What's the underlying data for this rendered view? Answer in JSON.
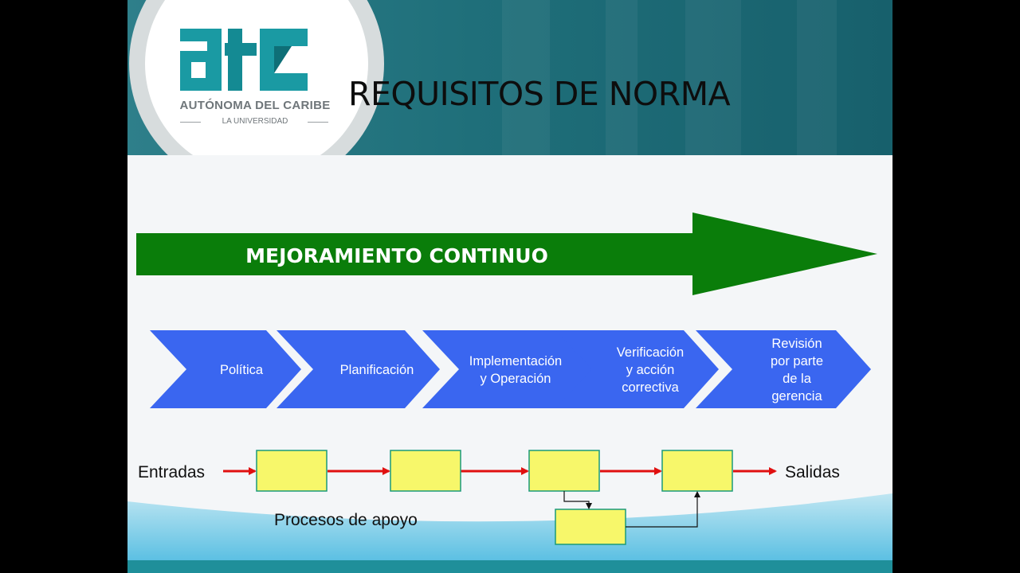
{
  "slide": {
    "title": "REQUISITOS DE NORMA",
    "logo": {
      "main_text": "AUTÓNOMA DEL CARIBE",
      "sub_text": "LA UNIVERSIDAD"
    }
  },
  "diagram": {
    "improvement_arrow": {
      "label": "MEJORAMIENTO CONTINUO",
      "color": "#0a7d0a"
    },
    "chevron_color": "#3a66f0",
    "steps": [
      {
        "lines": [
          "Política"
        ]
      },
      {
        "lines": [
          "Planificación"
        ]
      },
      {
        "lines": [
          "Implementación",
          "y Operación"
        ]
      },
      {
        "lines": [
          "Verificación",
          "y acción",
          "correctiva"
        ]
      },
      {
        "lines": [
          "Revisión",
          "por parte",
          "de la",
          "gerencia"
        ]
      }
    ],
    "flow": {
      "input_label": "Entradas",
      "output_label": "Salidas",
      "support_label": "Procesos de apoyo",
      "box_fill": "#f7f76a",
      "box_stroke": "#1a9a7a",
      "arrow_color": "#e01010"
    }
  },
  "colors": {
    "header": "#1f6f7a",
    "footer": "#1f8f9a",
    "logo_teal": "#1a9aa3"
  }
}
